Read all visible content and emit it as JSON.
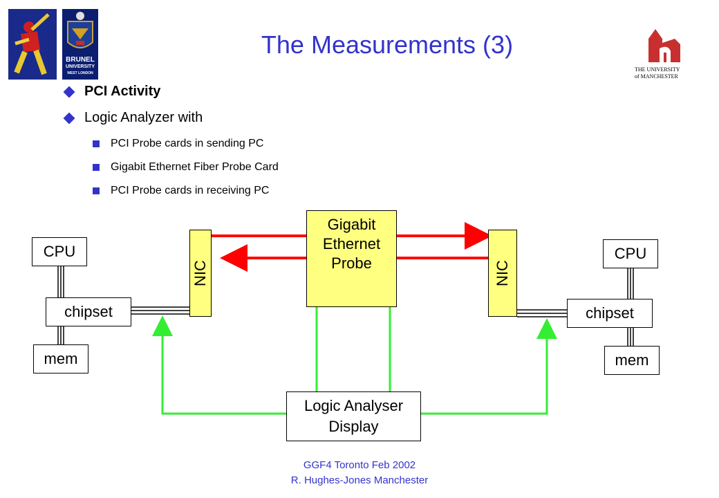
{
  "title": "The Measurements (3)",
  "bullets": [
    {
      "text": "PCI Activity",
      "bold": true
    },
    {
      "text": "Logic Analyzer with",
      "bold": false
    }
  ],
  "subbullets": [
    "PCI Probe cards in sending PC",
    "Gigabit Ethernet Fiber Probe Card",
    "PCI Probe cards in receiving PC"
  ],
  "diagram": {
    "left": {
      "cpu": "CPU",
      "chipset": "chipset",
      "mem": "mem",
      "nic": "NIC"
    },
    "right": {
      "cpu": "CPU",
      "chipset": "chipset",
      "mem": "mem",
      "nic": "NIC"
    },
    "probe": {
      "line1": "Gigabit",
      "line2": "Ethernet",
      "line3": "Probe"
    },
    "analyser": {
      "line1": "Logic Analyser",
      "line2": "Display"
    },
    "colors": {
      "data_arrow": "#ff0000",
      "probe_line": "#33ee33",
      "nic_fill": "#ffff80",
      "probe_fill": "#ffff80"
    }
  },
  "logos": {
    "brunel": {
      "line1": "BRUNEL",
      "line2": "UNIVERSITY",
      "line3": "WEST LONDON"
    },
    "manchester": {
      "line1": "THE UNIVERSITY",
      "line2": "of MANCHESTER"
    }
  },
  "footer": {
    "line1": "GGF4 Toronto Feb 2002",
    "line2": "R. Hughes-Jones  Manchester"
  }
}
